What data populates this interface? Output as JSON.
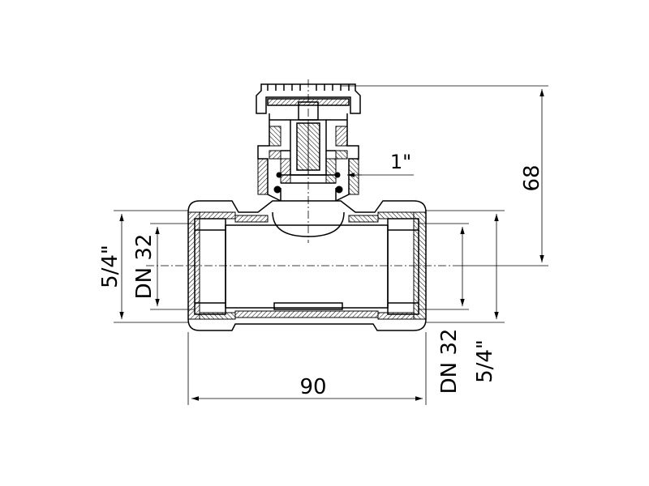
{
  "drawing": {
    "dimensions": {
      "width": "90",
      "height": "68",
      "thread_left": "5/4\"",
      "dn_left": "DN 32",
      "dn_right": "DN 32",
      "thread_right": "5/4\"",
      "vent_thread": "1\""
    },
    "colors": {
      "line": "#000000",
      "background": "#ffffff"
    }
  }
}
